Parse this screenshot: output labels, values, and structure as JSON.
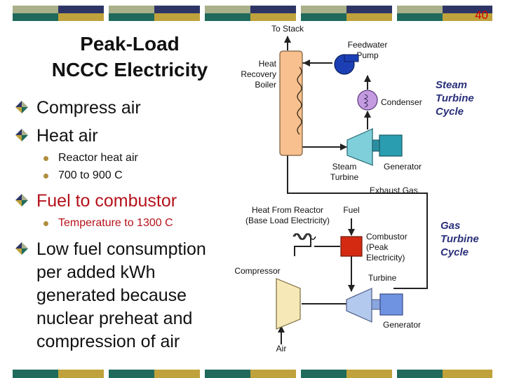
{
  "slide_number": "40",
  "title_line1": "Peak-Load",
  "title_line2": "NCCC Electricity",
  "bullets": [
    {
      "text": "Compress air"
    },
    {
      "text": "Heat air",
      "subs": [
        "Reactor heat air",
        "700 to 900 C"
      ]
    },
    {
      "text": "Fuel to combustor",
      "subs": [
        "Temperature to 1300 C"
      ]
    },
    {
      "text_lines": [
        "Low fuel consumption",
        "per added kWh",
        "generated because",
        "nuclear preheat and",
        "compression of air"
      ]
    }
  ],
  "diagram": {
    "to_stack": "To Stack",
    "heat_recovery_boiler": [
      "Heat",
      "Recovery",
      "Boiler"
    ],
    "feedwater_pump": [
      "Feedwater",
      "Pump"
    ],
    "condenser": "Condenser",
    "steam_cycle": [
      "Steam",
      "Turbine",
      "Cycle"
    ],
    "steam_turbine": [
      "Steam",
      "Turbine"
    ],
    "steam_generator": "Generator",
    "exhaust_gas": "Exhaust Gas",
    "heat_from_reactor": [
      "Heat From Reactor",
      "(Base Load Electricity)"
    ],
    "fuel": "Fuel",
    "combustor": [
      "Combustor",
      "(Peak",
      "Electricity)"
    ],
    "compressor": "Compressor",
    "turbine": "Turbine",
    "gas_cycle": [
      "Gas",
      "Turbine",
      "Cycle"
    ],
    "gas_generator": "Generator",
    "air": "Air"
  },
  "colors": {
    "band_navy": "#2e3566",
    "band_sage": "#a9b08a",
    "band_teal": "#1f6a5b",
    "band_mustard": "#bfa23c",
    "boiler": "#f7c08e",
    "steam_turbine": "#7ecfd9",
    "pump": "#1c3fb5",
    "condenser": "#c49ae0",
    "combustor": "#d42a12",
    "compressor": "#f7e8b8",
    "gas_turbine": "#b4c9ee",
    "text_red": "#b5121b"
  }
}
